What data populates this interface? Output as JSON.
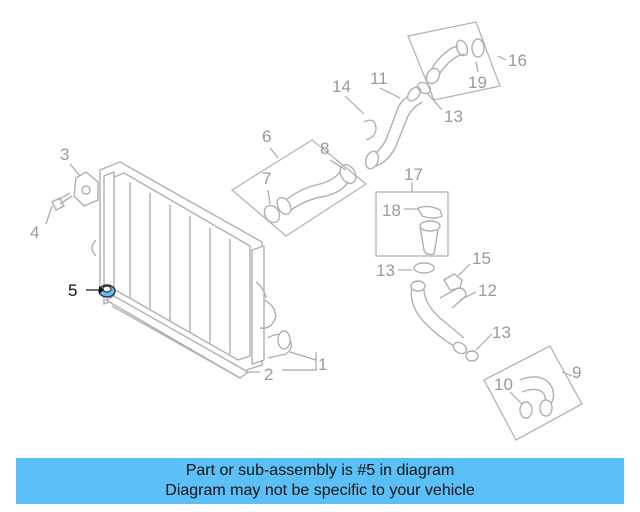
{
  "callouts": [
    "1",
    "2",
    "3",
    "4",
    "5",
    "6",
    "7",
    "8",
    "9",
    "10",
    "11",
    "12",
    "13",
    "13",
    "13",
    "14",
    "15",
    "16",
    "17",
    "18",
    "19"
  ],
  "highlighted_part": "5",
  "banner": {
    "line1": "Part or sub-assembly is #5 in diagram",
    "line2": "Diagram may not be specific to your vehicle",
    "color": "#5bc0f8"
  },
  "colors": {
    "linework": "#b0b0b0",
    "highlight": "#111111",
    "part5_fill": "#5bc0f8"
  }
}
